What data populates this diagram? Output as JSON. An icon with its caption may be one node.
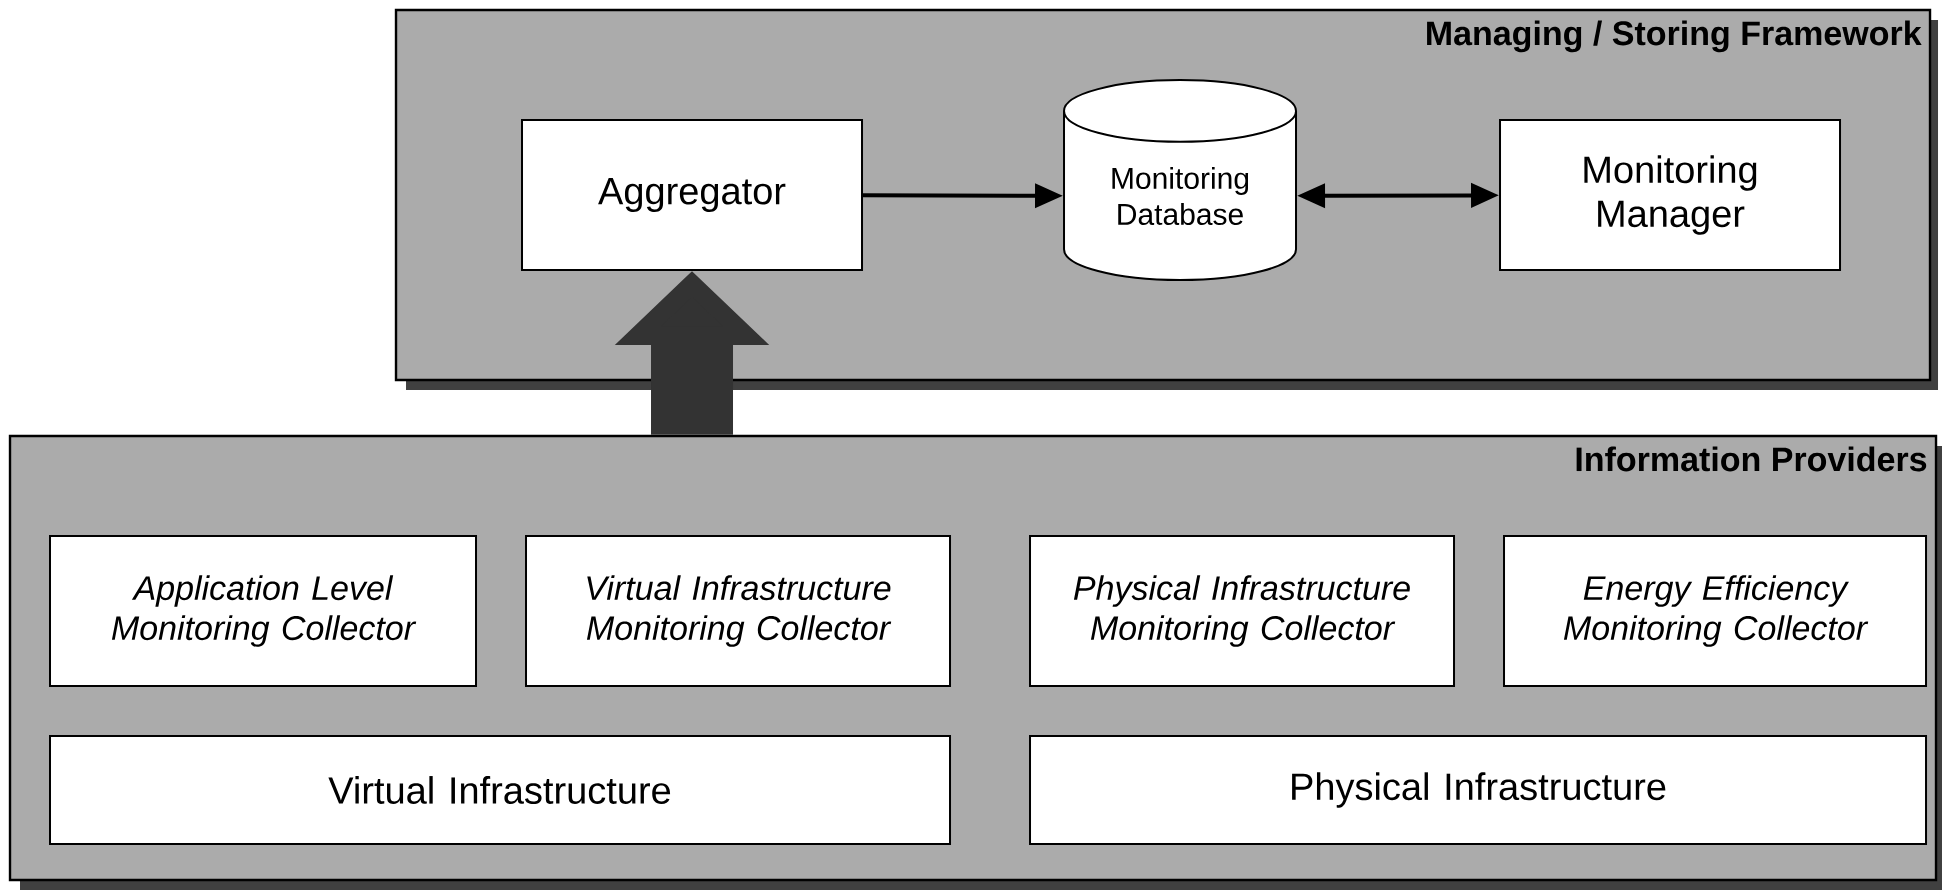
{
  "diagram": {
    "nodes": [
      {
        "text": [
          "Managing / Storing Framework"
        ]
      },
      {
        "text": [
          "Aggregator"
        ],
        "in": 0
      },
      {
        "text": [
          "Monitoring Database"
        ],
        "in": 0
      },
      {
        "text": [
          "Monitoring Manager"
        ],
        "in": 0
      },
      {
        "text": [
          "Information Providers"
        ]
      },
      {
        "text": [
          "Application Level Monitoring Collector"
        ],
        "in": 4
      },
      {
        "text": [
          "Virtual Infrastructure Monitoring Collector"
        ],
        "in": 4
      },
      {
        "text": [
          "Physical Infrastructure Monitoring Collector"
        ],
        "in": 4
      },
      {
        "text": [
          "Energy Efficiency Monitoring Collector"
        ],
        "in": 4
      },
      {
        "text": [
          "Virtual Infrastructure"
        ],
        "in": 4
      },
      {
        "text": [
          "Physical Infrastructure"
        ],
        "in": 4
      }
    ],
    "edges": [
      {
        "from": 1,
        "to": 2,
        "arrow": "to"
      },
      {
        "from": 2,
        "to": 3,
        "arrow": "both"
      },
      {
        "from": 4,
        "to": 1,
        "arrow": "to",
        "style": "thick",
        "color": "#333333"
      }
    ]
  }
}
